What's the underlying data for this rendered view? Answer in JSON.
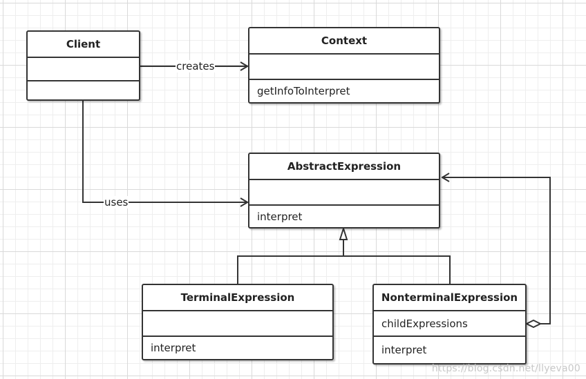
{
  "classes": {
    "client": {
      "name": "Client",
      "attributes": [],
      "operations": []
    },
    "context": {
      "name": "Context",
      "attributes": [],
      "operations": [
        "getInfoToInterpret"
      ]
    },
    "abstract_expression": {
      "name": "AbstractExpression",
      "attributes": [],
      "operations": [
        "interpret"
      ]
    },
    "terminal_expression": {
      "name": "TerminalExpression",
      "attributes": [],
      "operations": [
        "interpret"
      ]
    },
    "nonterminal_expression": {
      "name": "NonterminalExpression",
      "attributes": [
        "childExpressions"
      ],
      "operations": [
        "interpret"
      ]
    }
  },
  "relationships": [
    {
      "from": "Client",
      "to": "Context",
      "kind": "association",
      "label": "creates"
    },
    {
      "from": "Client",
      "to": "AbstractExpression",
      "kind": "association",
      "label": "uses"
    },
    {
      "from": "TerminalExpression",
      "to": "AbstractExpression",
      "kind": "generalization",
      "label": ""
    },
    {
      "from": "NonterminalExpression",
      "to": "AbstractExpression",
      "kind": "generalization",
      "label": ""
    },
    {
      "from": "NonterminalExpression",
      "to": "AbstractExpression",
      "kind": "aggregation",
      "label": ""
    }
  ],
  "edge_labels": {
    "creates": "creates",
    "uses": "uses"
  },
  "watermark": "https://blog.csdn.net/llyeva00",
  "colors": {
    "line": "#333333",
    "grid_major": "#d9d9d9",
    "grid_minor": "#eeeeee",
    "watermark": "#c8c8c8"
  }
}
